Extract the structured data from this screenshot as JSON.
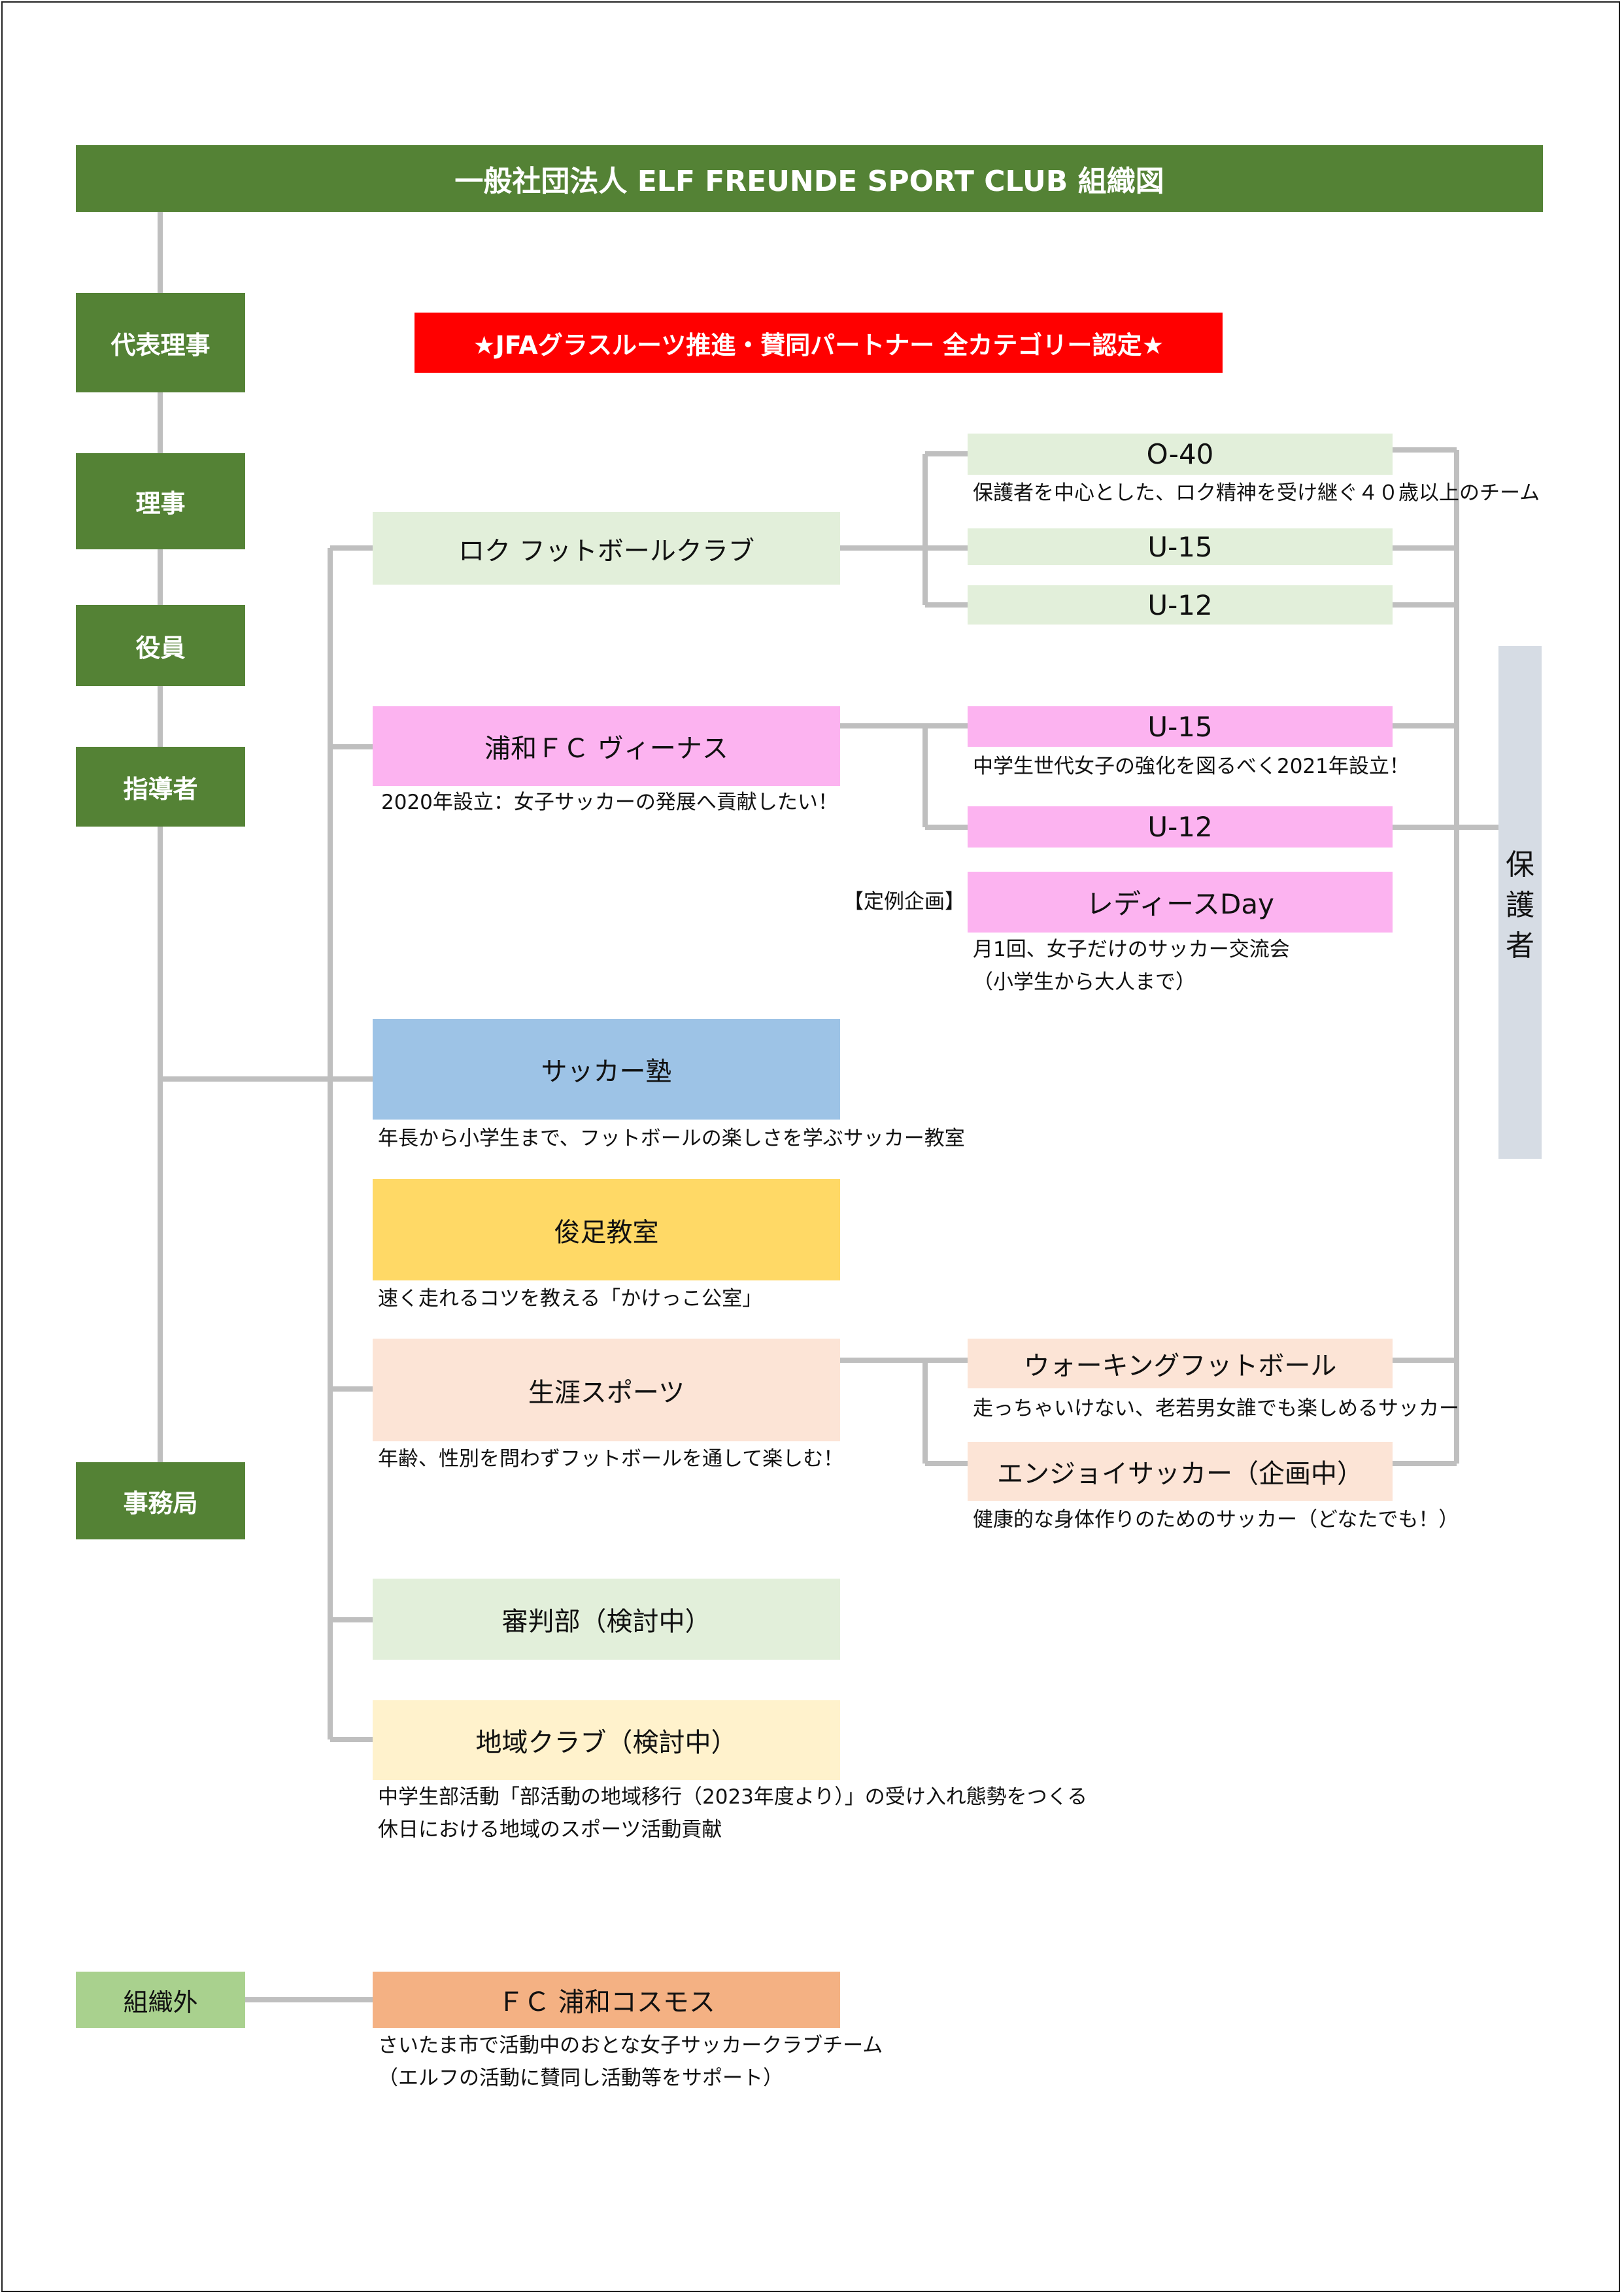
{
  "header": {
    "title": "一般社団法人  ELF FREUNDE SPORT CLUB  組織図"
  },
  "badge": {
    "text": "★JFAグラスルーツ推進・賛同パートナー 全カテゴリー認定★"
  },
  "roles": {
    "representative": "代表理事",
    "director": "理事",
    "officer": "役員",
    "coach": "指導者",
    "secretariat": "事務局",
    "external": "組織外"
  },
  "guardian": {
    "chars": [
      "保",
      "護",
      "者"
    ]
  },
  "clubs": {
    "roku": {
      "label": "ロク  フットボールクラブ"
    },
    "venus": {
      "label": "浦和ＦＣ ヴィーナス",
      "note": "2020年設立：女子サッカーの発展へ貢献したい！"
    },
    "juku": {
      "label": "サッカー塾",
      "note": "年長から小学生まで、フットボールの楽しさを学ぶサッカー教室"
    },
    "shunsoku": {
      "label": "俊足教室",
      "note": "速く走れるコツを教える「かけっこ公室」"
    },
    "lifelong": {
      "label": "生涯スポーツ",
      "note": "年齢、性別を問わずフットボールを通して楽しむ！"
    },
    "referee": {
      "label": "審判部（検討中）"
    },
    "local": {
      "label": "地域クラブ（検討中）",
      "note1": "中学生部活動「部活動の地域移行（2023年度より）」の受け入れ態勢をつくる",
      "note2": "休日における地域のスポーツ活動貢献"
    },
    "cosmos": {
      "label": "ＦＣ 浦和コスモス",
      "note1": "さいたま市で活動中のおとな女子サッカークラブチーム",
      "note2": "（エルフの活動に賛同し活動等をサポート）"
    }
  },
  "teams": {
    "o40": {
      "label": "O-40",
      "note": "保護者を中心とした、ロク精神を受け継ぐ４０歳以上のチーム"
    },
    "roku_u15": {
      "label": "U-15"
    },
    "roku_u12": {
      "label": "U-12"
    },
    "venus_u15": {
      "label": "U-15",
      "note": "中学生世代女子の強化を図るべく2021年設立！"
    },
    "venus_u12": {
      "label": "U-12"
    },
    "ladies": {
      "tag": "【定例企画】",
      "label": "レディースDay",
      "note1": "月1回、女子だけのサッカー交流会",
      "note2": "（小学生から大人まで）"
    },
    "walking": {
      "label": "ウォーキングフットボール",
      "note": "走っちゃいけない、老若男女誰でも楽しめるサッカー"
    },
    "enjoy": {
      "label": "エンジョイサッカー（企画中）",
      "note": "健康的な身体作りのためのサッカー（どなたでも！）"
    }
  },
  "colors": {
    "header_green": "#548235",
    "badge_red": "#ff0000",
    "light_green": "#e2efda",
    "pink": "#fcb3f0",
    "blue": "#9dc3e6",
    "yellow": "#ffd966",
    "peach": "#fce4d6",
    "cream": "#fff2cc",
    "orange": "#f4b183",
    "guardian_gray": "#d6dce4",
    "connector_gray": "#bfbfbf"
  }
}
